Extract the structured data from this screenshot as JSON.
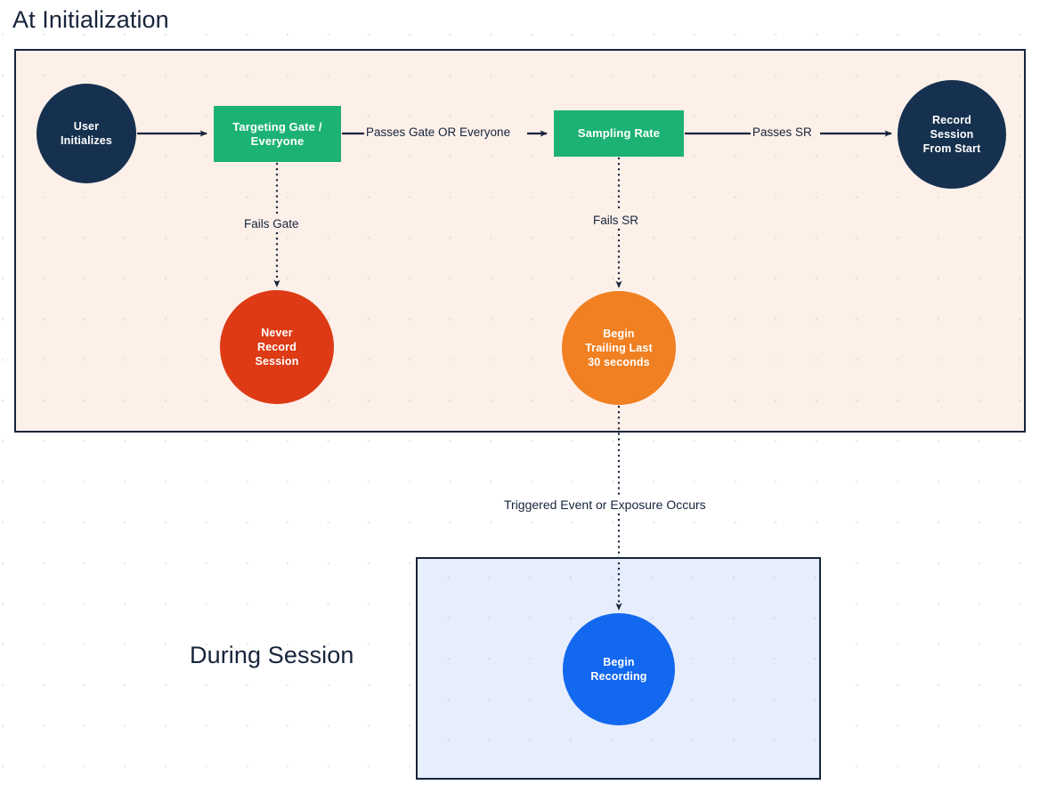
{
  "sections": [
    {
      "id": "at-initialization",
      "title": "At Initialization",
      "accent": "#fdf0e9"
    },
    {
      "id": "during-session",
      "title": "During Session",
      "accent": "#e6edfd"
    }
  ],
  "nodes": {
    "user_initializes": {
      "label": "User\nInitializes",
      "shape": "circle",
      "color": "#16314f"
    },
    "targeting_gate": {
      "label": "Targeting Gate /\nEveryone",
      "shape": "rect",
      "color": "#1cb273"
    },
    "sampling_rate": {
      "label": "Sampling Rate",
      "shape": "rect",
      "color": "#1cb273"
    },
    "record_from_start": {
      "label": "Record\nSession\nFrom Start",
      "shape": "circle",
      "color": "#16314f"
    },
    "never_record": {
      "label": "Never\nRecord\nSession",
      "shape": "circle",
      "color": "#dd3a15"
    },
    "begin_trailing": {
      "label": "Begin\nTrailing Last\n30 seconds",
      "shape": "circle",
      "color": "#f08021"
    },
    "begin_recording": {
      "label": "Begin\nRecording",
      "shape": "circle",
      "color": "#1268ef"
    }
  },
  "edges": {
    "user_to_gate": {
      "label": "",
      "style": "solid"
    },
    "gate_to_sampling": {
      "label": "Passes Gate OR Everyone",
      "style": "solid"
    },
    "sampling_to_record": {
      "label": "Passes SR",
      "style": "solid"
    },
    "gate_to_never": {
      "label": "Fails Gate",
      "style": "dotted"
    },
    "sampling_to_trailing": {
      "label": "Fails SR",
      "style": "dotted"
    },
    "trailing_to_recording": {
      "label": "Triggered Event or Exposure Occurs",
      "style": "dotted"
    }
  },
  "colors": {
    "navy": "#16314f",
    "green": "#1cb273",
    "red": "#dd3a15",
    "orange": "#f08021",
    "blue": "#1268ef",
    "panel_init_bg": "#fdf0e9",
    "panel_session_bg": "#e6edfd",
    "stroke": "#16243c",
    "page_bg": "#ffffff"
  }
}
